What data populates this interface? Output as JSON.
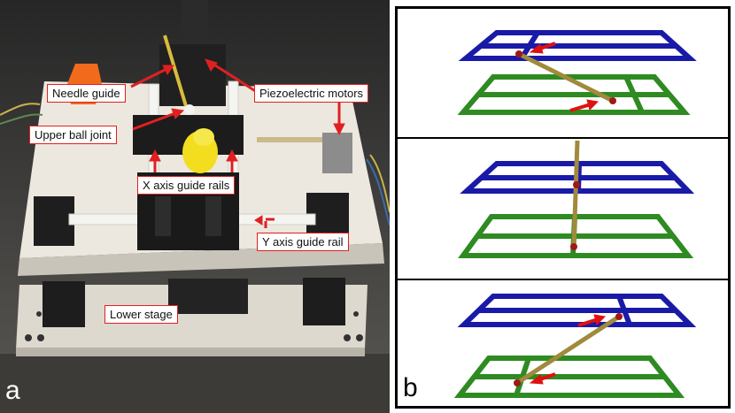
{
  "panel_a": {
    "letter": "a",
    "labels": {
      "needle_guide": "Needle guide",
      "upper_ball_joint": "Upper ball joint",
      "piezo_motors": "Piezoelectric motors",
      "x_rails": "X axis guide rails",
      "y_rail": "Y axis guide rail",
      "lower_stage": "Lower stage"
    }
  },
  "panel_b": {
    "letter": "b",
    "colors": {
      "upper_frame": "#1a1aa8",
      "lower_frame": "#2e8b22",
      "needle": "#a08a3c",
      "joint": "#a01818",
      "arrow": "#e01010"
    }
  }
}
